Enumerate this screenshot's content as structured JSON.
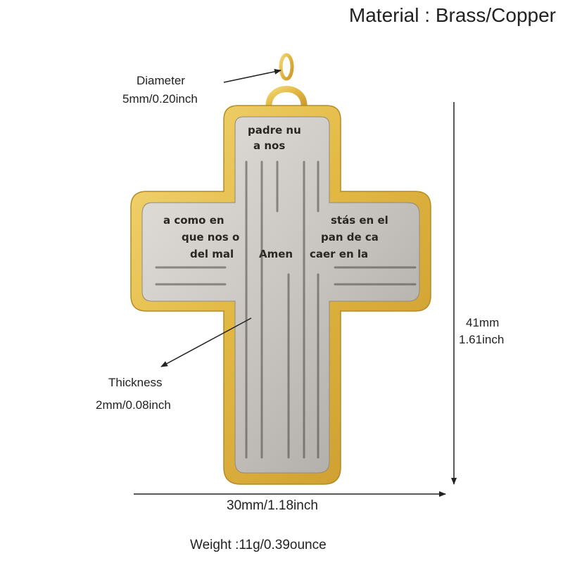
{
  "material": "Material : Brass/Copper",
  "diameter": {
    "label": "Diameter",
    "value": "5mm/0.20inch"
  },
  "thickness": {
    "label": "Thickness",
    "value": "2mm/0.08inch"
  },
  "height": {
    "mm": "41mm",
    "inch": "1.61inch"
  },
  "width": "30mm/1.18inch",
  "weight": "Weight :11g/0.39ounce",
  "colors": {
    "gold": "#e2b843",
    "silver": "#c9c6c1",
    "engraving": "#2a2622"
  },
  "engraving": {
    "center": "Amen",
    "left_row1": "a como en",
    "left_row2": "que nos o",
    "left_row3": "del mal",
    "right_row1": "stás en el",
    "right_row2": "pan de ca",
    "right_row3": "caer en la",
    "top_row": "padre nu",
    "top_row2": "a nos"
  }
}
